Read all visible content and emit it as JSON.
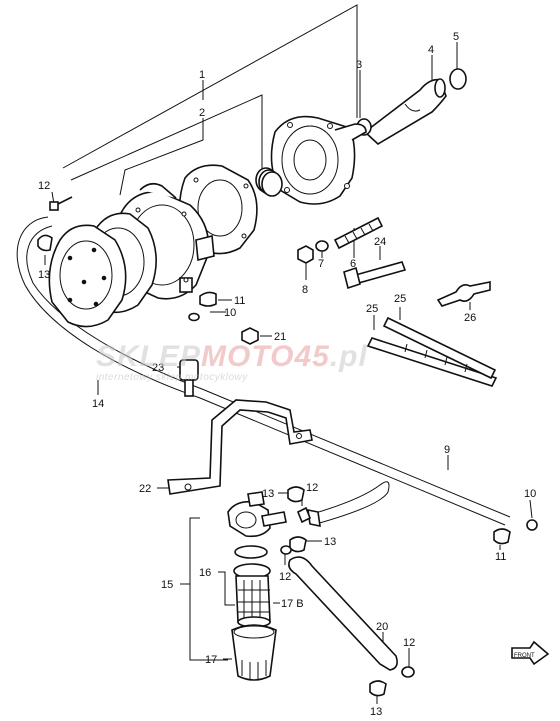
{
  "callouts": [
    {
      "id": "c1",
      "label": "1"
    },
    {
      "id": "c2",
      "label": "2"
    },
    {
      "id": "c3",
      "label": "3"
    },
    {
      "id": "c4",
      "label": "4"
    },
    {
      "id": "c5",
      "label": "5"
    },
    {
      "id": "c6",
      "label": "6"
    },
    {
      "id": "c7",
      "label": "7"
    },
    {
      "id": "c8",
      "label": "8"
    },
    {
      "id": "c9",
      "label": "9"
    },
    {
      "id": "c10",
      "label": "10"
    },
    {
      "id": "c10b",
      "label": "10"
    },
    {
      "id": "c11",
      "label": "11"
    },
    {
      "id": "c11b",
      "label": "11"
    },
    {
      "id": "c12",
      "label": "12"
    },
    {
      "id": "c12b",
      "label": "12"
    },
    {
      "id": "c12c",
      "label": "12"
    },
    {
      "id": "c12d",
      "label": "12"
    },
    {
      "id": "c13",
      "label": "13"
    },
    {
      "id": "c13b",
      "label": "13"
    },
    {
      "id": "c13c",
      "label": "13"
    },
    {
      "id": "c13d",
      "label": "13"
    },
    {
      "id": "c14",
      "label": "14"
    },
    {
      "id": "c15",
      "label": "15"
    },
    {
      "id": "c16",
      "label": "16"
    },
    {
      "id": "c17",
      "label": "17"
    },
    {
      "id": "c17b",
      "label": "17 B"
    },
    {
      "id": "c20",
      "label": "20"
    },
    {
      "id": "c21",
      "label": "21"
    },
    {
      "id": "c22",
      "label": "22"
    },
    {
      "id": "c23",
      "label": "23"
    },
    {
      "id": "c24",
      "label": "24"
    },
    {
      "id": "c25",
      "label": "25"
    },
    {
      "id": "c25b",
      "label": "25"
    },
    {
      "id": "c26",
      "label": "26"
    }
  ],
  "watermark": {
    "brand_a": "SKLEP",
    "brand_b": "MOTO45",
    "brand_c": ".pl",
    "subtitle": "internetowy sklep motocyklowy"
  },
  "colors": {
    "ink": "#111111",
    "paper": "#ffffff",
    "watermark_grey": "#c9c9c9",
    "watermark_red": "#e8a0a0"
  },
  "icons": {
    "front_arrow": "front-arrow-icon"
  }
}
